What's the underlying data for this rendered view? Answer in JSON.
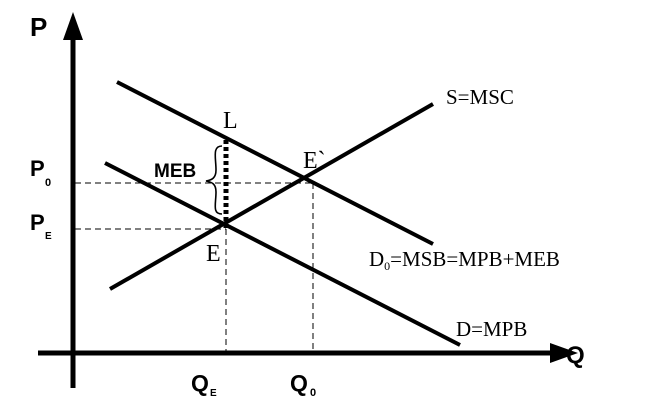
{
  "axes": {
    "y_label": "P",
    "x_label": "Q"
  },
  "price_labels": {
    "p0_main": "P",
    "p0_sub": "0",
    "pe_main": "P",
    "pe_sub": "E"
  },
  "quantity_labels": {
    "qe_main": "Q",
    "qe_sub": "E",
    "q0_main": "Q",
    "q0_sub": "0"
  },
  "curves": {
    "supply": "S=MSC",
    "demand_private": "D=MPB",
    "demand_social_main": "D",
    "demand_social_sub": "0",
    "demand_social_rest": "=MSB=MPB+MEB"
  },
  "points": {
    "l": "L",
    "e": "E",
    "e_prime": "E`"
  },
  "annotations": {
    "meb": "MEB"
  },
  "colors": {
    "ink": "#000000",
    "background": "#ffffff"
  }
}
